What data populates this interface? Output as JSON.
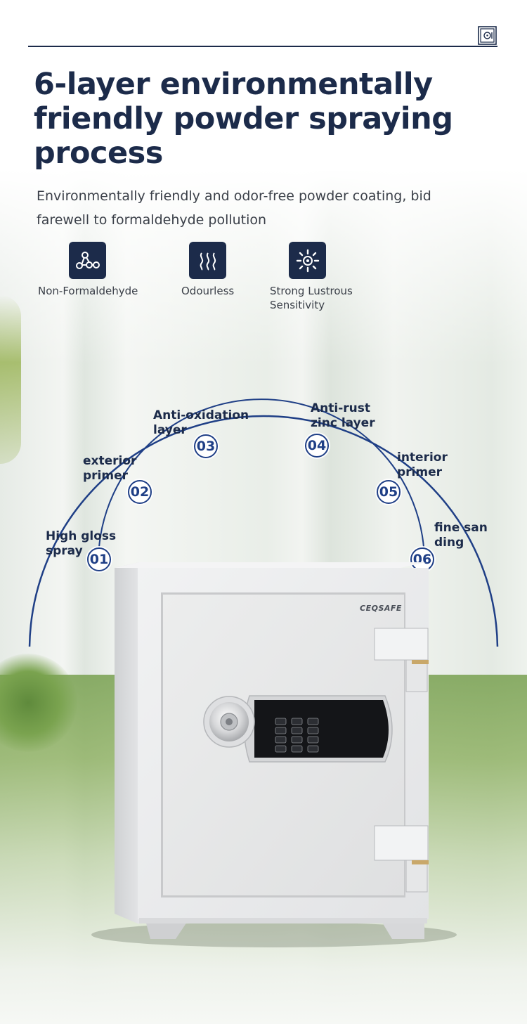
{
  "header": {
    "logo_icon": "safe-logo-icon"
  },
  "title": "6-layer environmentally friendly powder spraying process",
  "subtitle": "Environmentally friendly and odor-free powder coating, bid farewell to formaldehyde pollution",
  "features": [
    {
      "icon": "molecule-icon",
      "label": "Non-Formaldehyde"
    },
    {
      "icon": "steam-waves-icon",
      "label": "Odourless"
    },
    {
      "icon": "sparkle-sun-icon",
      "label_line1": "Strong Lustrous",
      "label_line2": "Sensitivity"
    }
  ],
  "layers": [
    {
      "num": "01",
      "line1": "High gloss",
      "line2": "spray"
    },
    {
      "num": "02",
      "line1": "exterior",
      "line2": "primer"
    },
    {
      "num": "03",
      "line1": "Anti-oxidation",
      "line2": "layer"
    },
    {
      "num": "04",
      "line1": "Anti-rust",
      "line2": "zinc layer"
    },
    {
      "num": "05",
      "line1": "interior",
      "line2": "primer"
    },
    {
      "num": "06",
      "line1": "fine san",
      "line2": "ding"
    }
  ],
  "product": {
    "brand": "CEQSAFE"
  },
  "colors": {
    "navy": "#1c2b4a",
    "accent_blue": "#1f3f86",
    "safe_body": "#e9eaeb"
  }
}
